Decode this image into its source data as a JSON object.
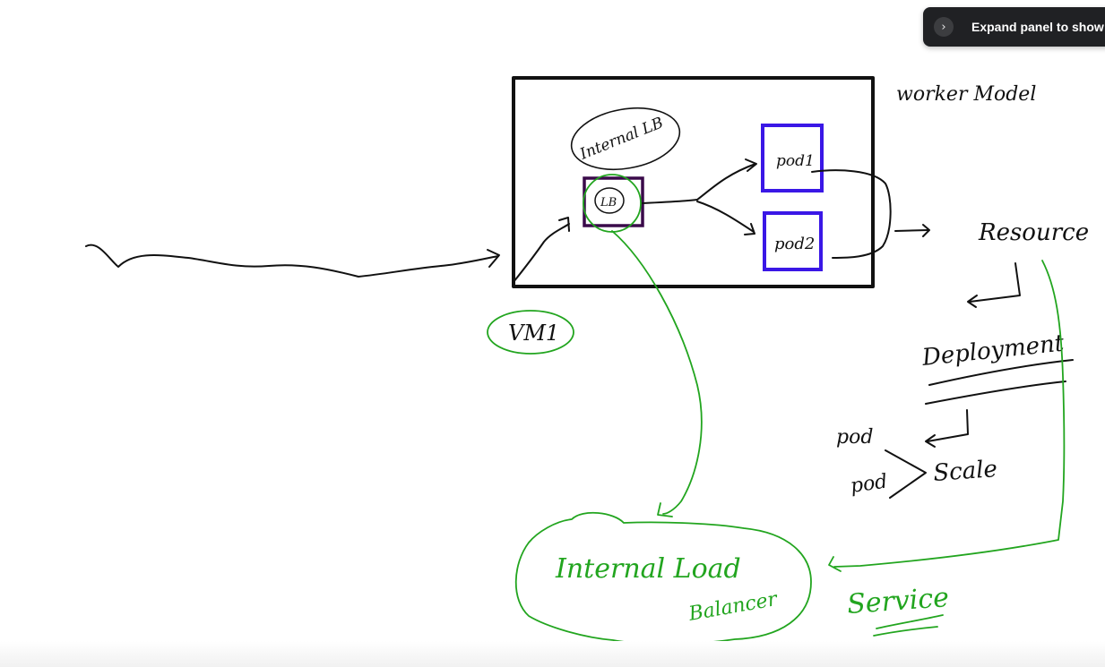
{
  "toast": {
    "text": "Expand panel to show v",
    "expand_icon": "chevron-right-icon"
  },
  "diagram": {
    "labels": {
      "worker_node": "worker Model",
      "internal_lb_bubble": "Internal LB",
      "lb_box": "LB",
      "pod1": "pod1",
      "pod2": "pod2",
      "vm": "VM1",
      "resource": "Resource",
      "deployment": "Deployment",
      "pod_a": "pod",
      "pod_b": "pod",
      "scale": "Scale",
      "internal_load": "Internal Load",
      "balancer": "Balancer",
      "service": "Service"
    },
    "colors": {
      "ink": "#111111",
      "green": "#22a51f",
      "pod_box": "#3a17e6",
      "lb_box": "#3a0a4a",
      "toast_bg": "#202124"
    }
  }
}
